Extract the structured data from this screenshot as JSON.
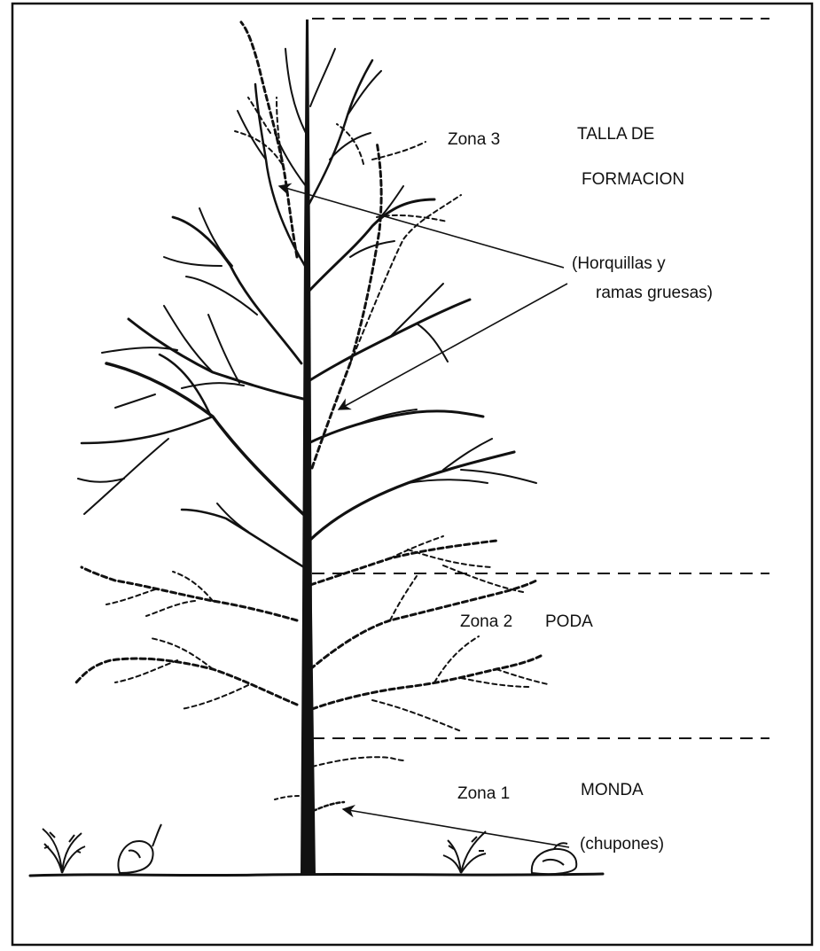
{
  "zones": [
    {
      "zone_label": "Zona 3",
      "title_lines": [
        "TALLA DE",
        "FORMACION"
      ],
      "note_lines": [
        "(Horquillas y",
        "ramas gruesas)"
      ]
    },
    {
      "zone_label": "Zona 2",
      "title_lines": [
        "PODA"
      ],
      "note_lines": []
    },
    {
      "zone_label": "Zona 1",
      "title_lines": [
        "MONDA"
      ],
      "note_lines": [
        "(chupones)"
      ]
    }
  ],
  "colors": {
    "ink": "#111111",
    "paper": "#ffffff"
  },
  "icons": [
    "tree-illustration",
    "shrub-icon",
    "stone-icon"
  ]
}
